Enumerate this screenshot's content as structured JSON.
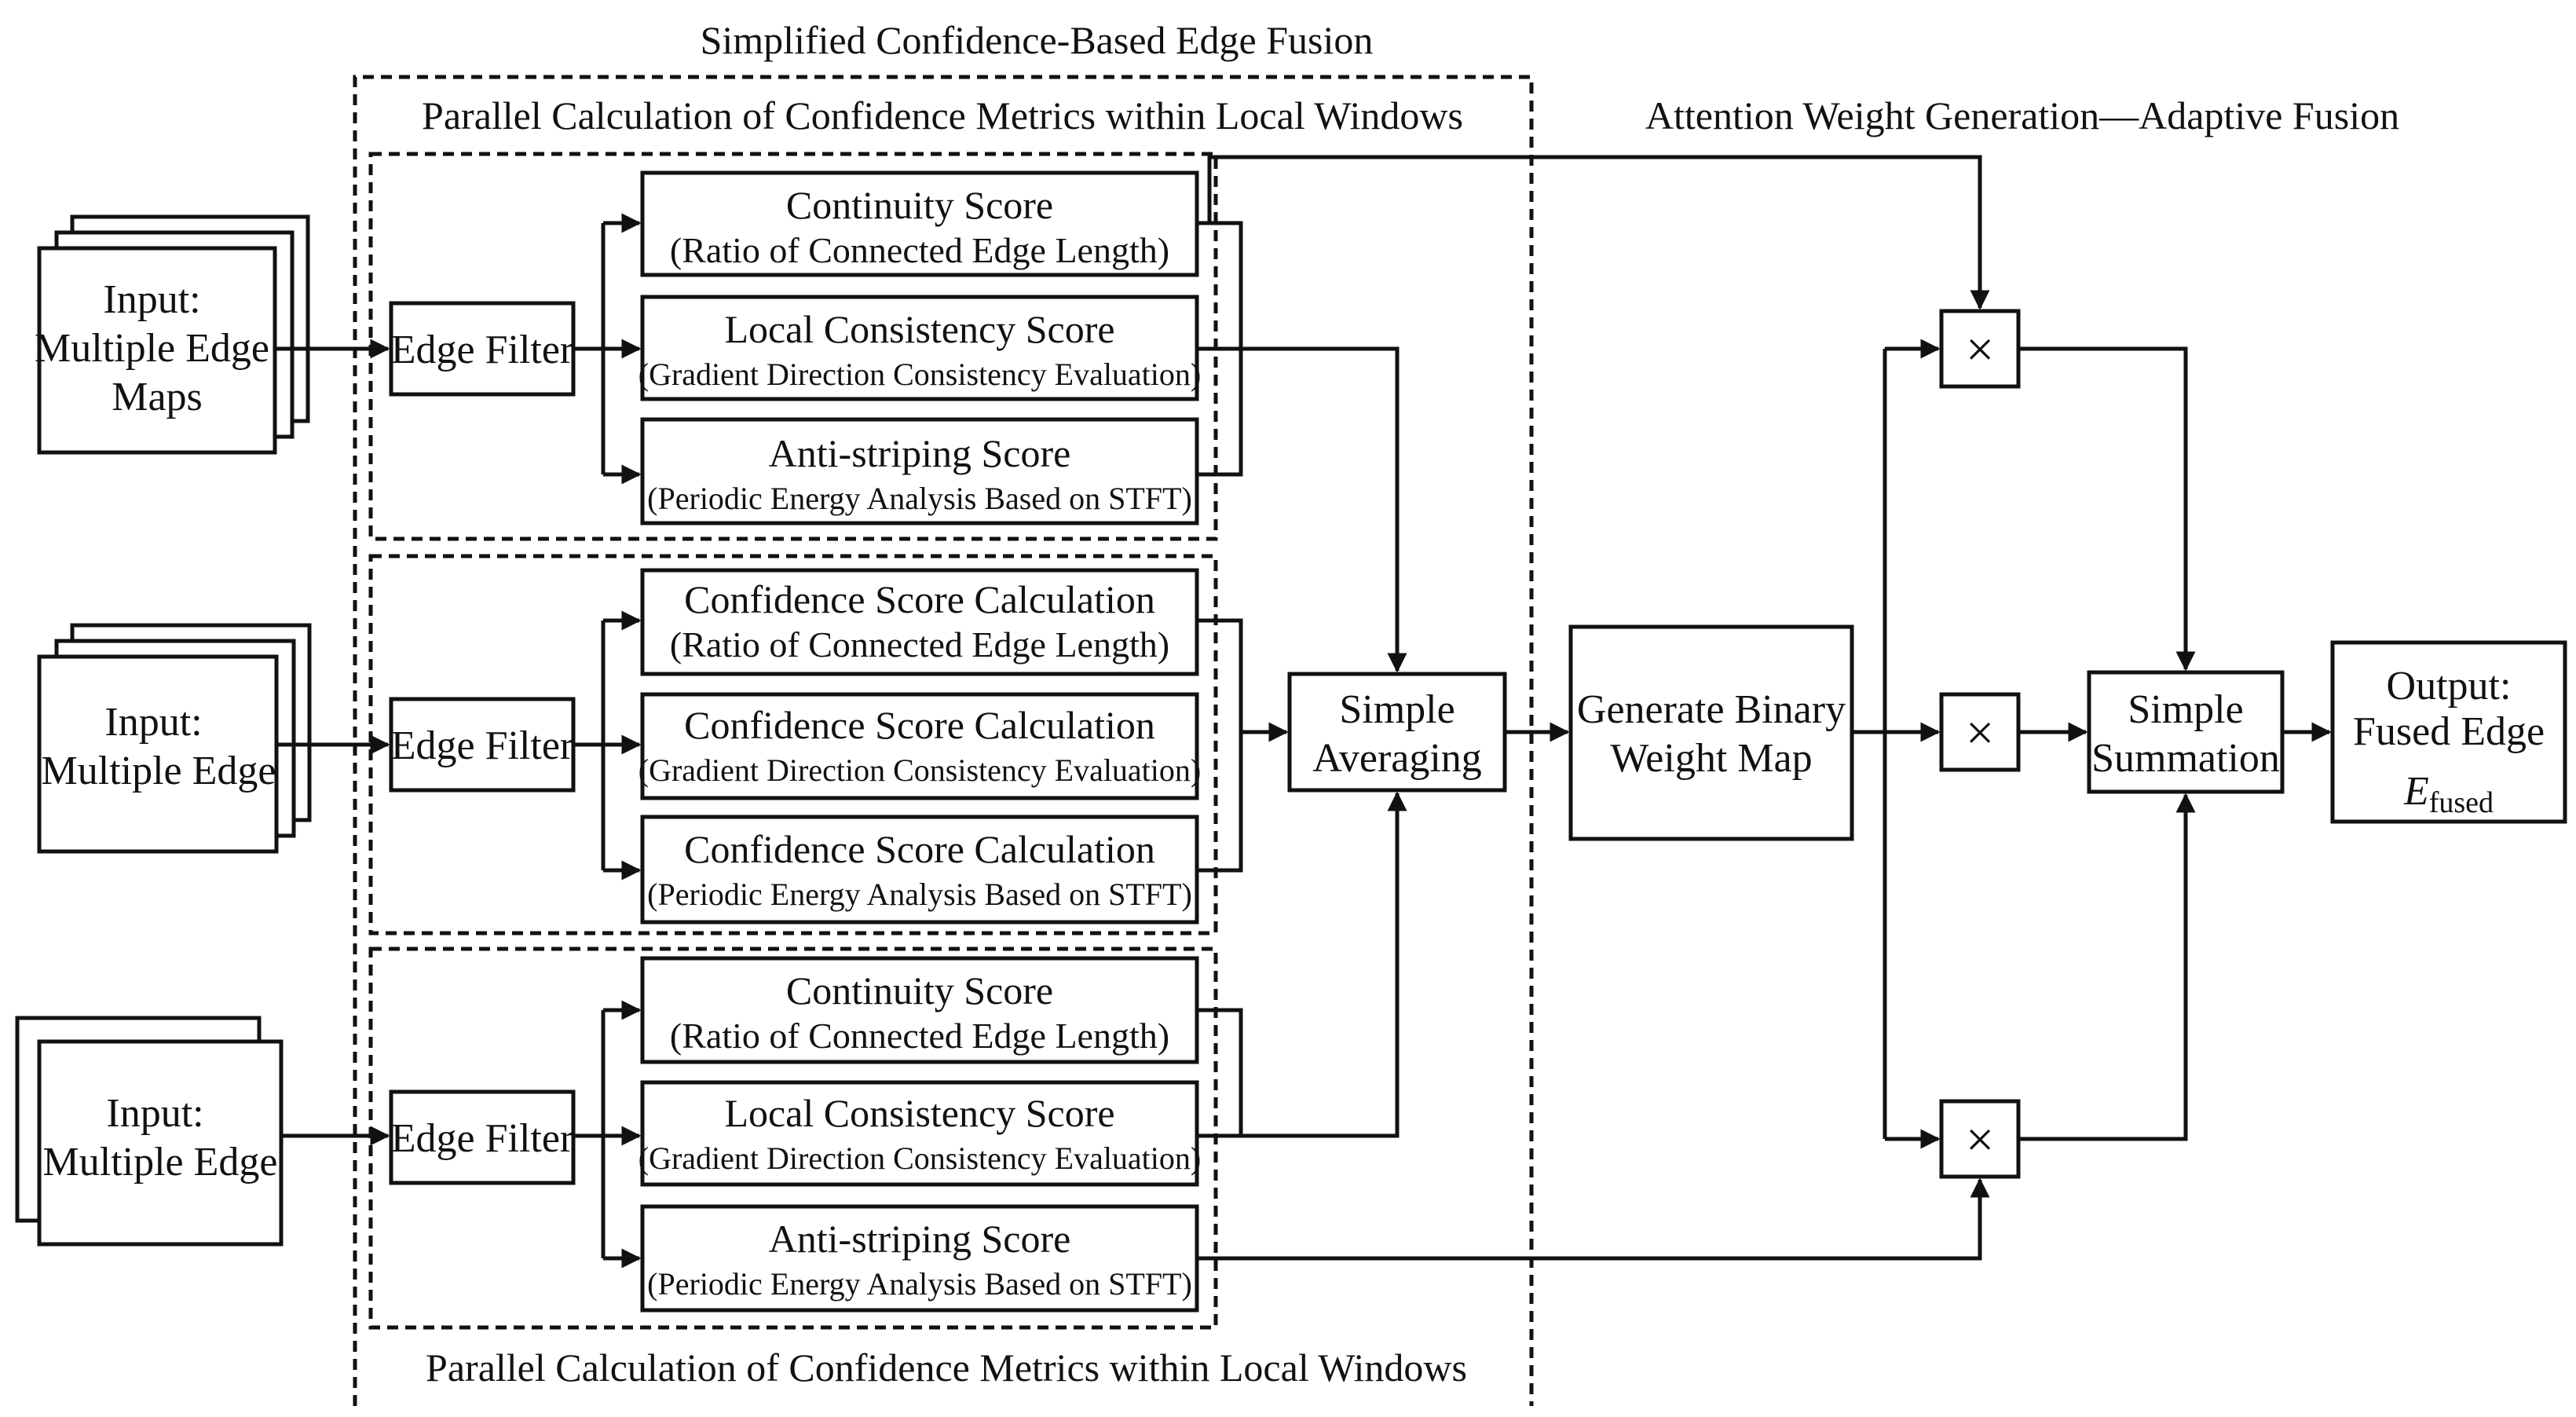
{
  "title": "Simplified Confidence-Based Edge Fusion",
  "group_top_label": "Parallel Calculation of Confidence Metrics within Local Windows",
  "group_bottom_label": "Parallel Calculation of Confidence Metrics within Local Windows",
  "attention_label": "Attention Weight Generation—Adaptive Fusion",
  "inputs": [
    {
      "lines": [
        "Input:",
        "Multiple Edge",
        "Maps"
      ]
    },
    {
      "lines": [
        "Input:",
        "Multiple Edge"
      ]
    },
    {
      "lines": [
        "Input:",
        "Multiple Edge"
      ]
    }
  ],
  "edge_filter_label": "Edge Filter",
  "groups": [
    {
      "scores": [
        {
          "title": "Continuity Score",
          "subtitle": "(Ratio of Connected Edge Length)"
        },
        {
          "title": "Local Consistency Score",
          "subtitle": "(Gradient Direction Consistency Evaluation)"
        },
        {
          "title": "Anti-striping Score",
          "subtitle": "(Periodic Energy Analysis Based on STFT)"
        }
      ]
    },
    {
      "scores": [
        {
          "title": "Confidence Score Calculation",
          "subtitle": "(Ratio of Connected Edge Length)"
        },
        {
          "title": "Confidence Score Calculation",
          "subtitle": "(Gradient Direction Consistency Evaluation)"
        },
        {
          "title": "Confidence Score Calculation",
          "subtitle": "(Periodic Energy Analysis Based on STFT)"
        }
      ]
    },
    {
      "scores": [
        {
          "title": "Continuity Score",
          "subtitle": "(Ratio of Connected Edge Length)"
        },
        {
          "title": "Local Consistency Score",
          "subtitle": "(Gradient Direction Consistency Evaluation)"
        },
        {
          "title": "Anti-striping Score",
          "subtitle": "(Periodic Energy Analysis Based on STFT)"
        }
      ]
    }
  ],
  "averaging_lines": [
    "Simple",
    "Averaging"
  ],
  "binary_map_lines": [
    "Generate Binary",
    "Weight Map"
  ],
  "multiply_symbol": "×",
  "summation_lines": [
    "Simple",
    "Summation"
  ],
  "output": {
    "line1": "Output:",
    "line2": "Fused Edge",
    "symbol": "E",
    "subscript": "fused"
  }
}
